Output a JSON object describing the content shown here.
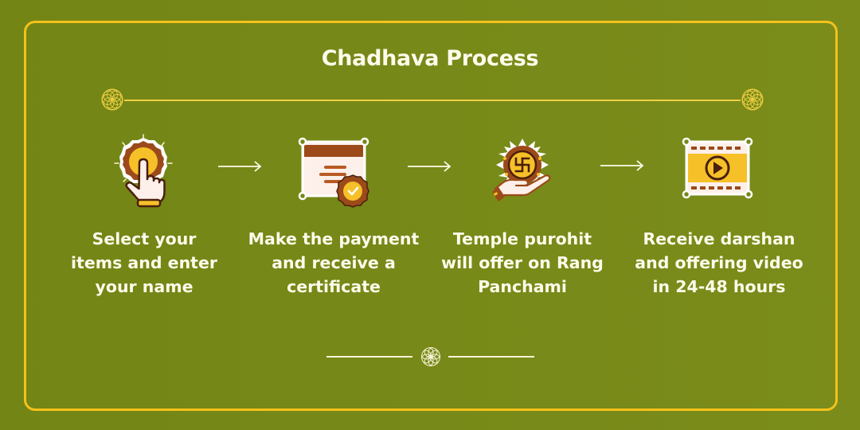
{
  "title": "Chadhava Process",
  "colors": {
    "background": "#768718",
    "frame_border": "#f5c21b",
    "text": "#fffbea",
    "accent_yellow": "#f6c028",
    "accent_brown": "#9c4a1a",
    "dark_brown": "#4a1f0c"
  },
  "steps": [
    {
      "icon": "hand-tap-icon",
      "label": "Select your items and enter your name",
      "lines": [
        "Select your",
        "items and enter",
        "your name"
      ]
    },
    {
      "icon": "certificate-icon",
      "label": "Make the payment and receive a certificate",
      "lines": [
        "Make the payment",
        "and receive a",
        "certificate"
      ]
    },
    {
      "icon": "offering-hand-icon",
      "label": "Temple purohit will offer on Rang Panchami",
      "lines": [
        "Temple purohit",
        "will offer on Rang",
        "Panchami"
      ]
    },
    {
      "icon": "video-play-icon",
      "label": "Receive darshan and offering video in 24-48 hours",
      "lines": [
        "Receive darshan",
        "and offering video",
        "in 24-48 hours"
      ]
    }
  ],
  "arrows": [
    "arrow-right-icon",
    "arrow-right-icon",
    "arrow-right-icon"
  ]
}
